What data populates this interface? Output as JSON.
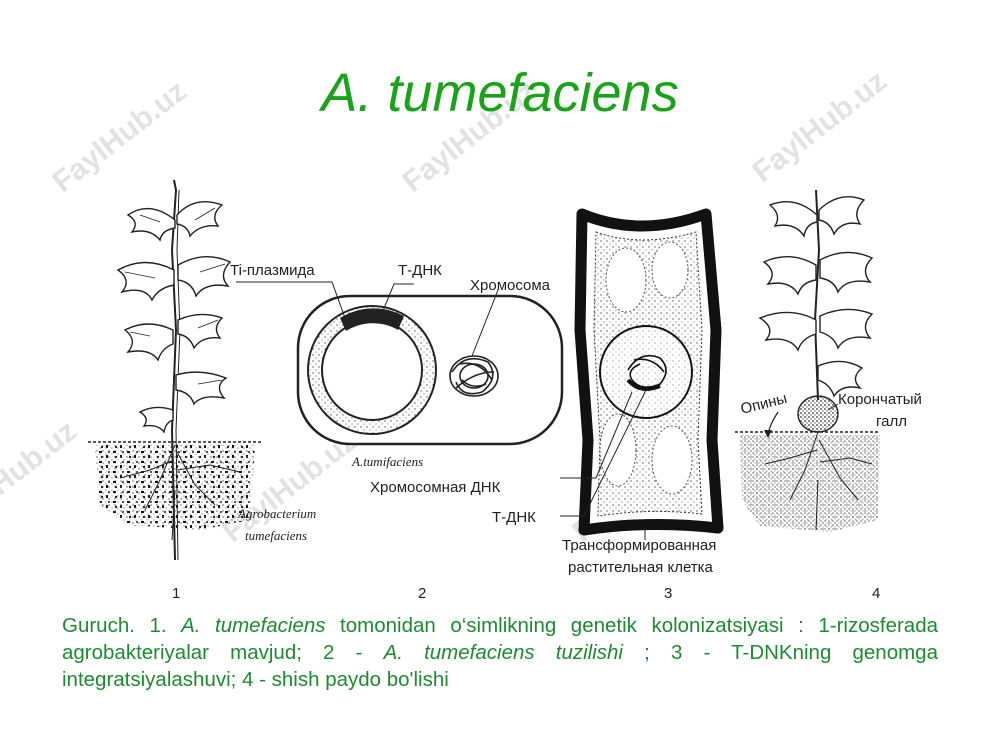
{
  "title": "A. tumefaciens",
  "watermark": "FaylHub.uz",
  "labels": {
    "ti_plasmid": "Ti-плазмида",
    "t_dna_top": "Т-ДНК",
    "chromosome": "Хромосома",
    "bacterium_name": "A.tumifaciens",
    "chromosomal_dna": "Хромосомная ДНК",
    "t_dna_bottom": "Т-ДНК",
    "transformed_cell_line1": "Трансформированная",
    "transformed_cell_line2": "растительная клетка",
    "opines": "Опины",
    "crown_gall_line1": "Корончатый",
    "crown_gall_line2": "галл",
    "agro_line1": "Agrobacterium",
    "agro_line2": "tumefaciens"
  },
  "panel_numbers": [
    "1",
    "2",
    "3",
    "4"
  ],
  "caption": {
    "prefix": "Guruch. 1. ",
    "species1": "A. tumefaciens",
    "part1": " tomonidan o‘simlikning genetik kolonizatsiyasi : 1-rizosferada agrobakteriyalar mavjud; 2 - ",
    "species2": "A. tumefaciens tuzilishi",
    "part2": " ; 3 - T-DNKning genomga integratsiyalashuvi; 4 - shish paydo bo'lishi"
  },
  "colors": {
    "title": "#19a319",
    "caption": "#1c8c2e",
    "drawing": "#222222"
  }
}
